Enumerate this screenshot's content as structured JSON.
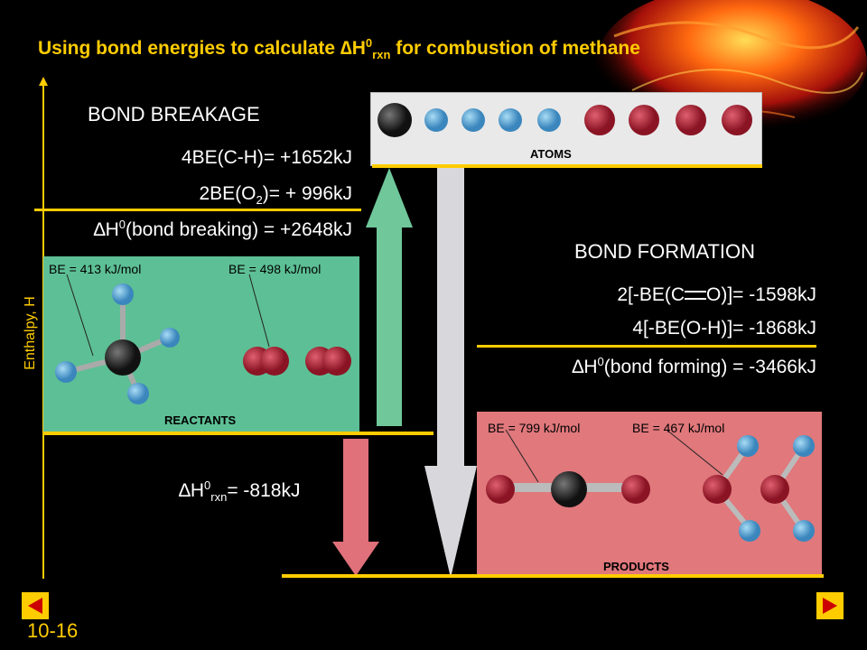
{
  "slide": {
    "title_pre": "Using bond energies to calculate ",
    "title_delta": "∆H",
    "title_sup": "0",
    "title_sub": "rxn",
    "title_post": " for combustion of methane",
    "page_number": "10-16"
  },
  "axis": {
    "ylabel": "Enthalpy, H"
  },
  "breakage": {
    "heading": "BOND BREAKAGE",
    "line1": "4BE(C-H)= +1652kJ",
    "line2_pre": "2BE(O",
    "line2_sub": "2",
    "line2_post": ")= + 996kJ",
    "total_delta": "∆H",
    "total_sup": "0",
    "total_post": "(bond breaking) = +2648kJ"
  },
  "formation": {
    "heading": "BOND FORMATION",
    "line1_pre": "2[-BE(C",
    "line1_post": "O)]= -1598kJ",
    "line2": "4[-BE(O-H)]= -1868kJ",
    "total_delta": "∆H",
    "total_sup": "0",
    "total_post": "(bond forming) = -3466kJ"
  },
  "rxn": {
    "delta": "∆H",
    "sup": "0",
    "sub": "rxn",
    "value": "= -818kJ"
  },
  "reactants_panel": {
    "be_left": "BE = 413 kJ/mol",
    "be_right": "BE = 498 kJ/mol",
    "label": "REACTANTS"
  },
  "atoms_panel": {
    "label": "ATOMS"
  },
  "products_panel": {
    "be_left": "BE = 799 kJ/mol",
    "be_right": "BE = 467 kJ/mol",
    "label": "PRODUCTS"
  },
  "colors": {
    "accent": "#ffcc00",
    "reactants_bg": "#5dbf95",
    "products_bg": "#e0787c",
    "atoms_bg": "#e9e9e9",
    "up_arrow": "#6fc79a",
    "down_arrow_red": "#e0707a",
    "down_arrow_grey": "#d8d8dc",
    "carbon": "#2a2a2a",
    "hydrogen": "#5aa8d8",
    "oxygen": "#b3283a"
  },
  "icons": {
    "prev": "prev-triangle-icon",
    "next": "next-triangle-icon"
  }
}
